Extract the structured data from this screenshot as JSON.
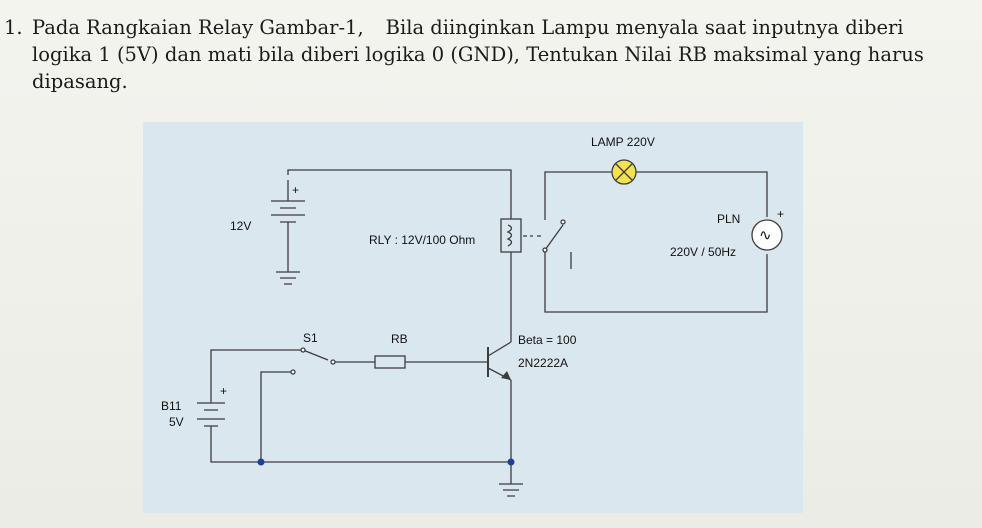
{
  "question": {
    "number": "1.",
    "line1_head": "Pada Rangkaian Relay Gambar-1,",
    "line1_tail": "Bila diinginkan Lampu menyala saat inputnya diberi",
    "line2": "logika 1 (5V) dan mati bila diberi logika 0 (GND), Tentukan Nilai RB maksimal yang harus",
    "line3": "dipasang."
  },
  "circuit": {
    "lamp_label": "LAMP 220V",
    "pln_label": "PLN",
    "ac_label": "220V / 50Hz",
    "battery12_label": "12V",
    "relay_label": "RLY : 12V/100 Ohm",
    "switch_label": "S1",
    "resistor_label": "RB",
    "beta_label": "Beta = 100",
    "transistor_label": "2N2222A",
    "battery5_name": "B11",
    "battery5_value": "5V",
    "plus_sign": "+",
    "ac_symbol": "∿"
  },
  "colors": {
    "panel_background": "#dbe7ef",
    "wire": "#3d3d3d",
    "lamp_fill": "#f3e14d",
    "junction": "#1a3fa0"
  }
}
